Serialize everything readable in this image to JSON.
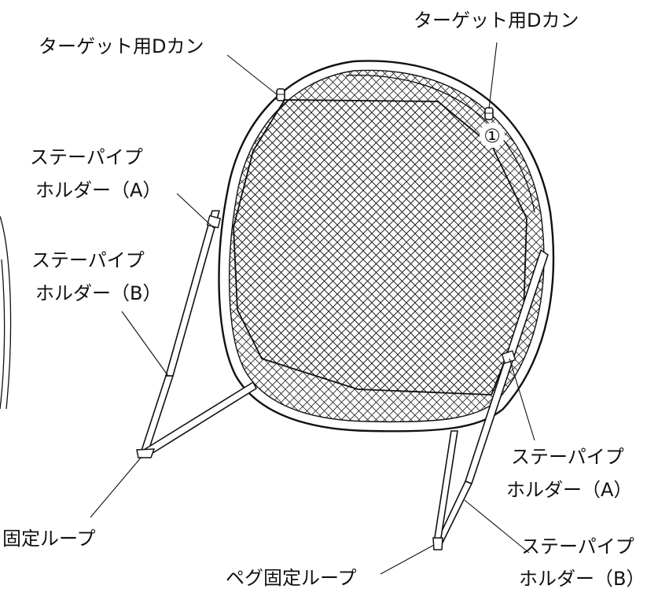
{
  "labels": {
    "d_ring_right": "ターゲット用Dカン",
    "d_ring_left": "ターゲット用Dカン",
    "stay_holder_a_left_line1": "ステーパイプ",
    "stay_holder_a_left_line2": "ホルダー（A）",
    "stay_holder_b_left_line1": "ステーパイプ",
    "stay_holder_b_left_line2": "ホルダー（B）",
    "stay_holder_a_right_line1": "ステーパイプ",
    "stay_holder_a_right_line2": "ホルダー（A）",
    "stay_holder_b_right_line1": "ステーパイプ",
    "stay_holder_b_right_line2": "ホルダー（B）",
    "fixing_loop": "固定ループ",
    "peg_fixing_loop": "ペグ固定ループ",
    "marker_1": "①"
  }
}
